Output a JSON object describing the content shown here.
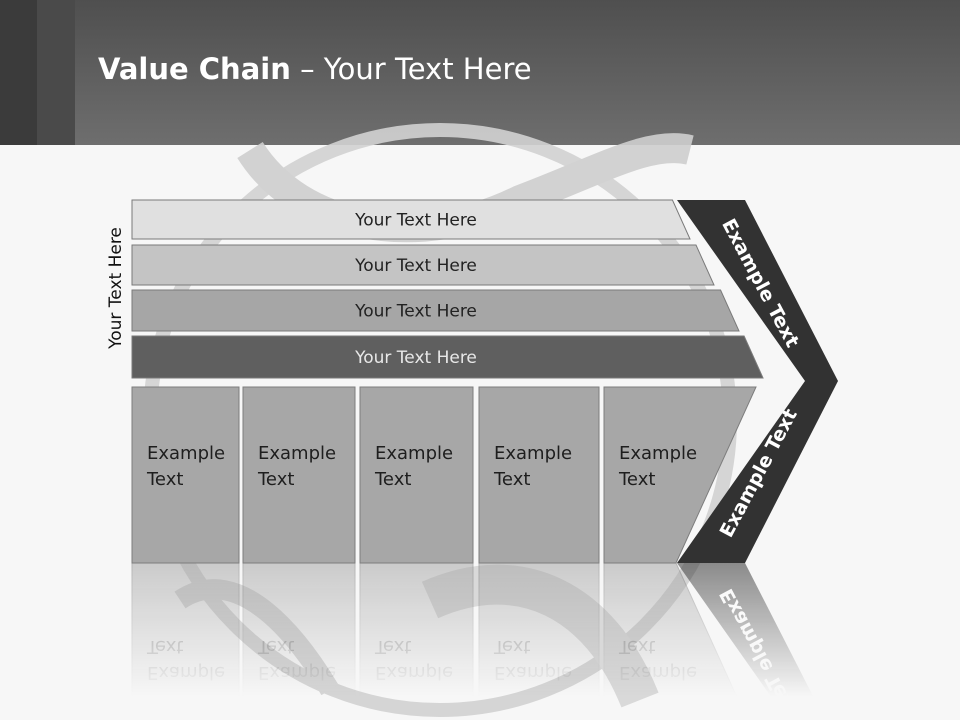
{
  "slide": {
    "title_bold": "Value Chain",
    "title_rest": " – Your Text Here"
  },
  "diagram": {
    "side_label": "Your Text Here",
    "support_bars": [
      "Your Text Here",
      "Your Text Here",
      "Your Text Here",
      "Your Text Here"
    ],
    "primary_boxes": [
      [
        "Example",
        "Text"
      ],
      [
        "Example",
        "Text"
      ],
      [
        "Example",
        "Text"
      ],
      [
        "Example",
        "Text"
      ],
      [
        "Example",
        "Text"
      ]
    ],
    "arrow_top_label": "Example Text",
    "arrow_bottom_label": "Example Text",
    "colors": {
      "bar_fills": [
        "#e0e0e0",
        "#c4c4c4",
        "#a6a6a6",
        "#5f5f5f"
      ],
      "box_fill": "#a7a7a7",
      "arrow_fill": "#323232",
      "header_dark": "#3b3b3b",
      "header_mid": "#4b4b4b"
    }
  }
}
